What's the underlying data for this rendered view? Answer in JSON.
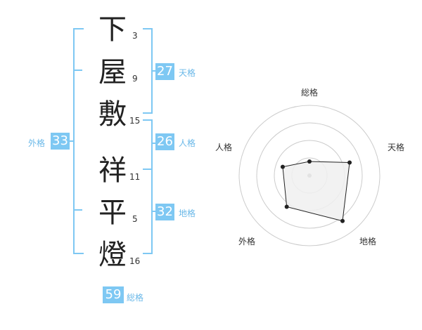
{
  "name": {
    "characters": [
      {
        "char": "下",
        "strokes": "3"
      },
      {
        "char": "屋",
        "strokes": "9"
      },
      {
        "char": "敷",
        "strokes": "15"
      },
      {
        "char": "祥",
        "strokes": "11"
      },
      {
        "char": "平",
        "strokes": "5"
      },
      {
        "char": "燈",
        "strokes": "16"
      }
    ]
  },
  "fortunes": {
    "tenkaku": {
      "value": "27",
      "label": "天格"
    },
    "jinkaku": {
      "value": "26",
      "label": "人格"
    },
    "chikaku": {
      "value": "32",
      "label": "地格"
    },
    "gaikaku": {
      "value": "33",
      "label": "外格"
    },
    "soukaku": {
      "value": "59",
      "label": "総格"
    }
  },
  "chart_data": {
    "type": "radar",
    "axes": [
      "総格",
      "天格",
      "地格",
      "外格",
      "人格"
    ],
    "values": [
      0.2,
      0.6,
      0.8,
      0.55,
      0.4
    ],
    "max": 1,
    "rings": 4,
    "colors": {
      "fill": "#f0f0f0",
      "stroke": "#222222",
      "grid": "#cccccc",
      "accent": "#7ec8f3"
    }
  }
}
